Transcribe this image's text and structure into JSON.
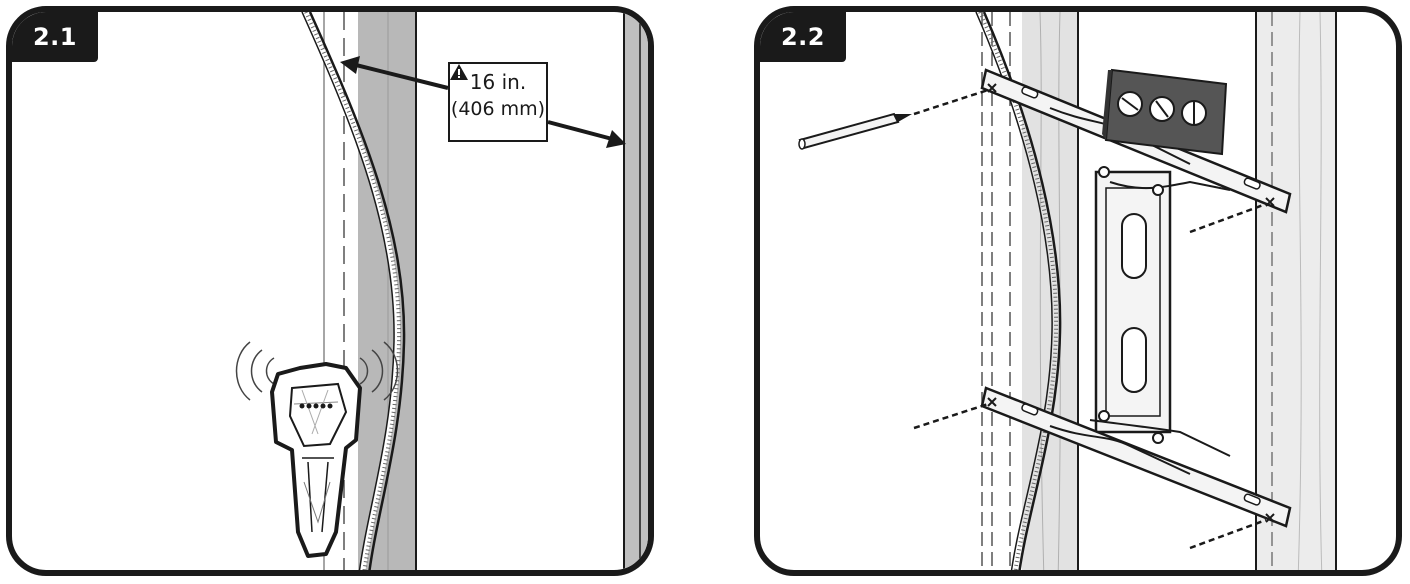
{
  "panels": [
    {
      "step_label": "2.1",
      "measurement": {
        "warning_icon": "warning-triangle-icon",
        "line1": "16 in.",
        "line2": "(406 mm)"
      }
    },
    {
      "step_label": "2.2"
    }
  ],
  "colors": {
    "outline": "#1a1a1a",
    "stud_fill": "#c8c8c8",
    "wood_fill": "#e4e4e4",
    "bracket_fill": "#f4f4f4",
    "level_fill": "#555555"
  }
}
